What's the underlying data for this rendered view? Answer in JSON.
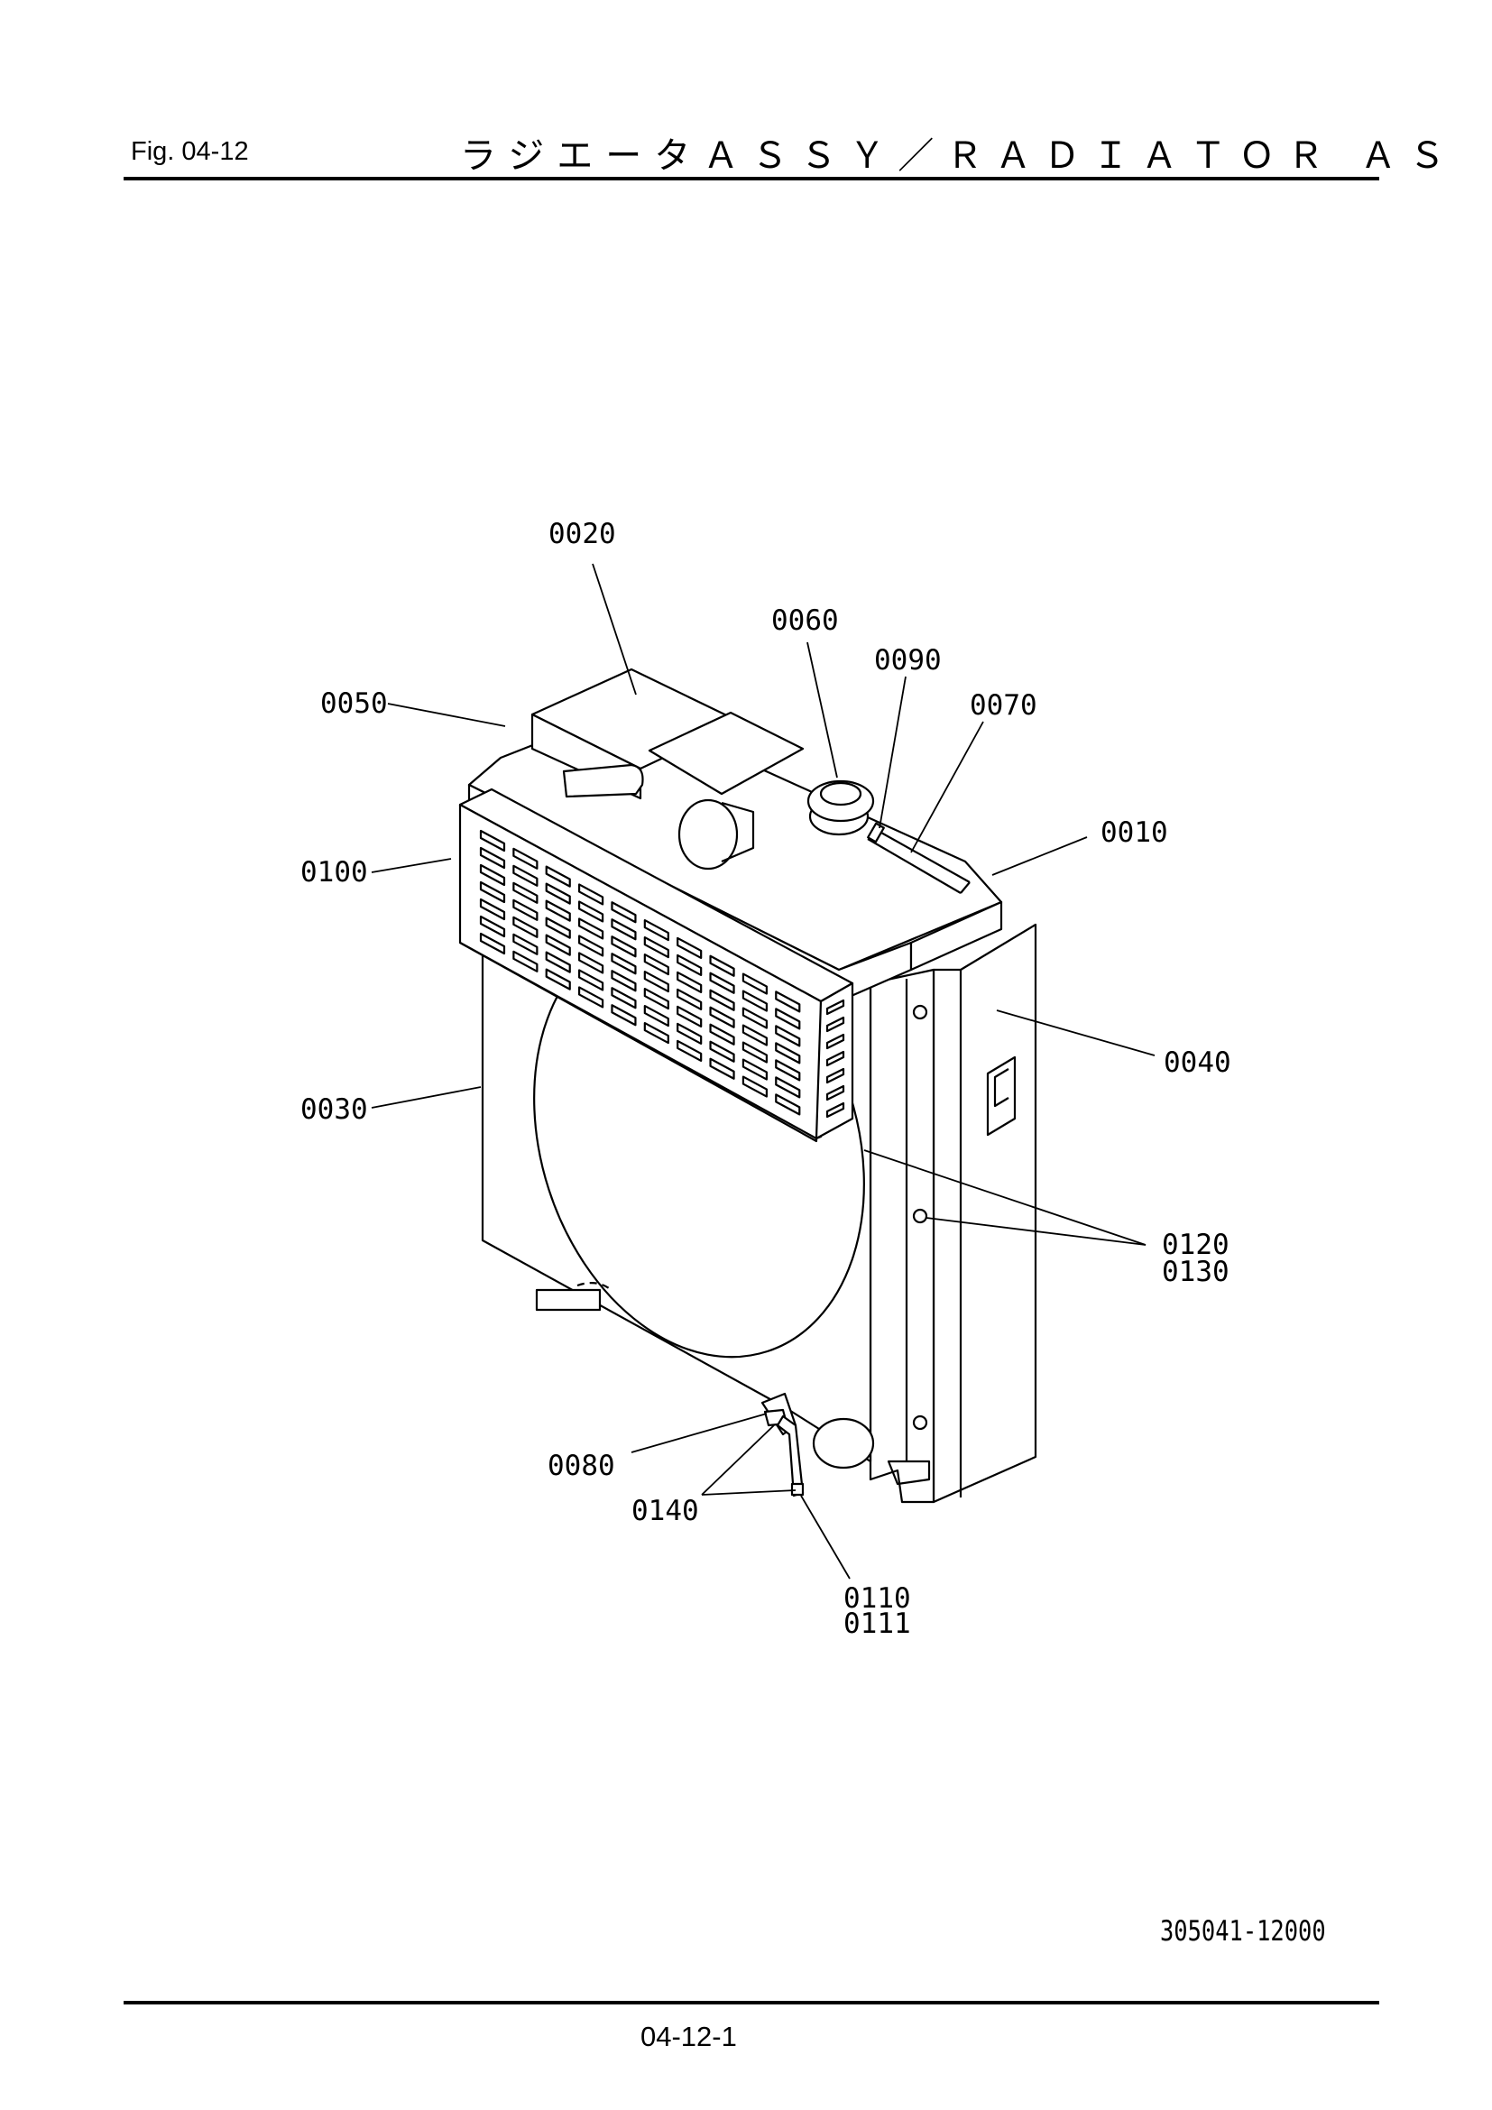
{
  "header": {
    "fig_label": "Fig.  04-12",
    "title": "ラジエータＡＳＳＹ／ＲＡＤＩＡＴＯＲ ＡＳ"
  },
  "callouts": {
    "c0010": "0010",
    "c0020": "0020",
    "c0030": "0030",
    "c0040": "0040",
    "c0050": "0050",
    "c0060": "0060",
    "c0070": "0070",
    "c0080": "0080",
    "c0090": "0090",
    "c0100": "0100",
    "c0110": "0110",
    "c0111": "0111",
    "c0120": "0120",
    "c0130": "0130",
    "c0140": "0140"
  },
  "footer": {
    "doc_number": "305041-12000",
    "page_number": "04-12-1"
  }
}
